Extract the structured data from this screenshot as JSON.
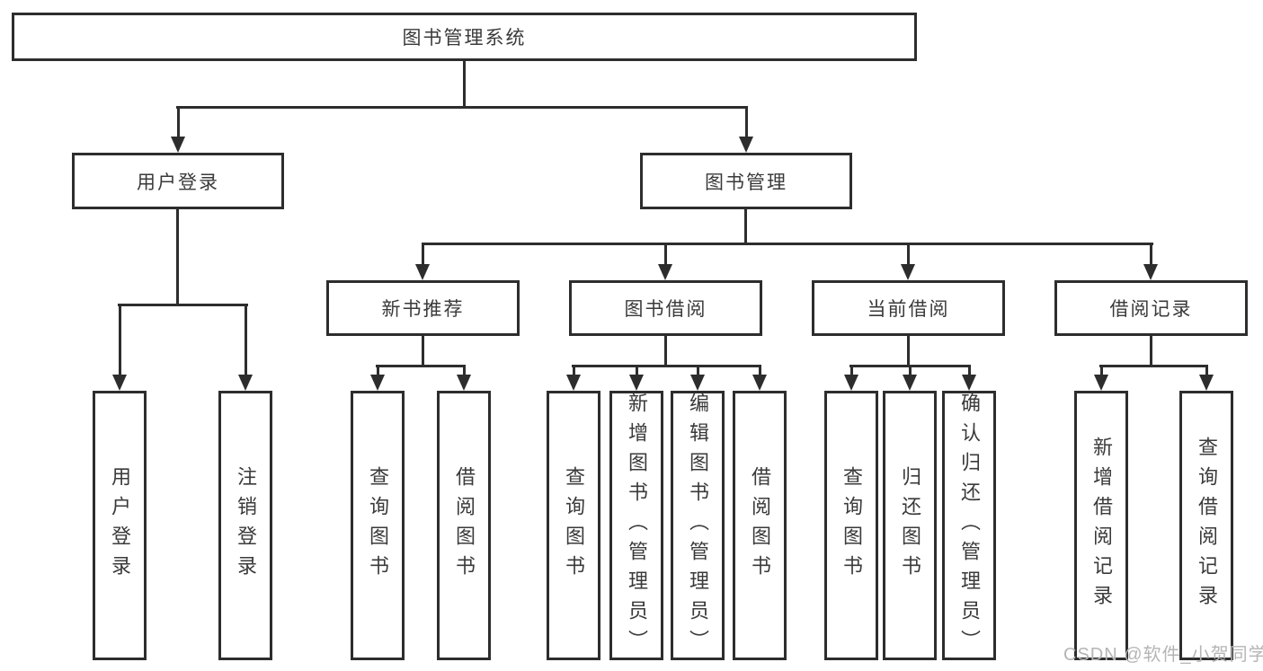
{
  "tree": {
    "root": {
      "label": "图书管理系统"
    },
    "branches": [
      {
        "label": "用户登录",
        "children": [
          {
            "label": "用户登录"
          },
          {
            "label": "注销登录"
          }
        ]
      },
      {
        "label": "图书管理",
        "children": [
          {
            "label": "新书推荐",
            "children": [
              {
                "label": "查询图书"
              },
              {
                "label": "借阅图书"
              }
            ]
          },
          {
            "label": "图书借阅",
            "children": [
              {
                "label": "查询图书"
              },
              {
                "label": "新增图书（管理员）"
              },
              {
                "label": "编辑图书（管理员）"
              },
              {
                "label": "借阅图书"
              }
            ]
          },
          {
            "label": "当前借阅",
            "children": [
              {
                "label": "查询图书"
              },
              {
                "label": "归还图书"
              },
              {
                "label": "确认归还（管理员）"
              }
            ]
          },
          {
            "label": "借阅记录",
            "children": [
              {
                "label": "新增借阅记录"
              },
              {
                "label": "查询借阅记录"
              }
            ]
          }
        ]
      }
    ]
  },
  "watermark": "CSDN @软件_小贺同学",
  "colors": {
    "line": "#2d2d2d",
    "text": "#3a3a3a",
    "background": "#ffffff",
    "watermark": "#b5b5b5"
  }
}
